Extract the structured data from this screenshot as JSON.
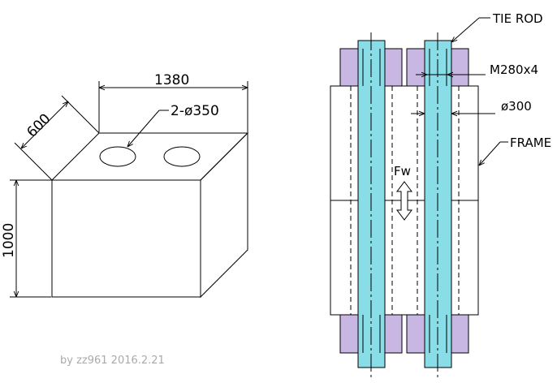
{
  "block": {
    "width_label": "1380",
    "depth_label": "600",
    "height_label": "1000",
    "holes_label": "2-ø350"
  },
  "frame": {
    "tie_rod_label": "TIE ROD",
    "nut_label": "M280x4",
    "rod_diameter_label": "ø300",
    "frame_label": "FRAME",
    "force_label": "Fw"
  },
  "credit": "by zz961  2016.2.21",
  "colors": {
    "rod": "#88dde6",
    "nut": "#c9b7e3",
    "outline": "#000000",
    "credit": "#aaaaaa"
  }
}
